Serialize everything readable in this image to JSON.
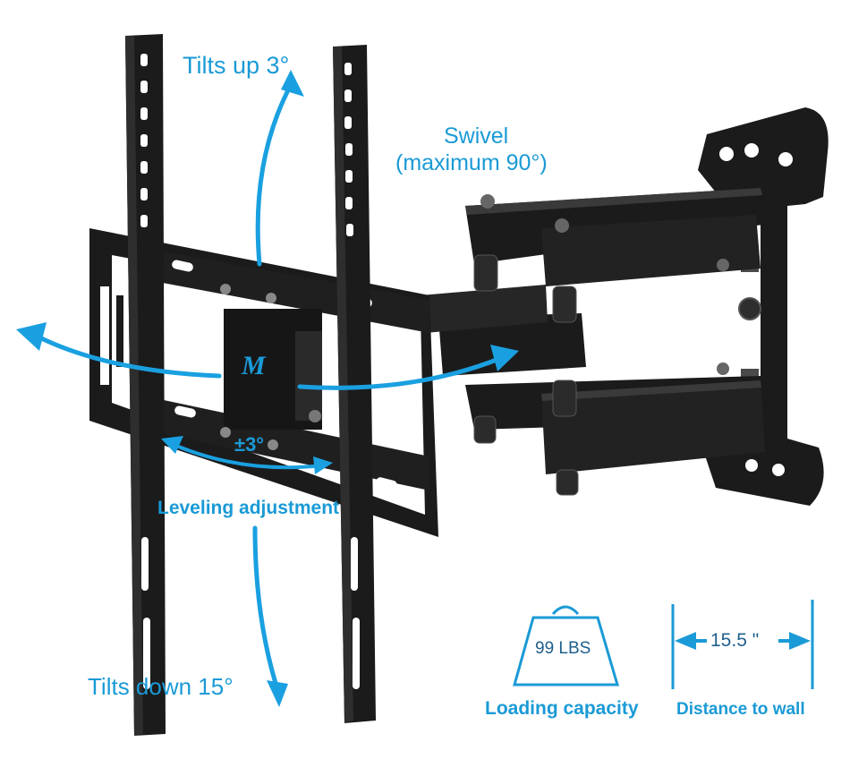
{
  "labels": {
    "tilts_up": "Tilts up 3°",
    "swivel_line1": "Swivel",
    "swivel_line2": "(maximum 90°)",
    "leveling_degree": "±3°",
    "leveling_adjustment": "Leveling adjustment",
    "tilts_down": "Tilts down 15°",
    "weight": "99 LBS",
    "loading_capacity": "Loading capacity",
    "distance_value": "15.5 \"",
    "distance_to_wall": "Distance to wall"
  },
  "logo_text": "M",
  "colors": {
    "accent": "#1a9ad6",
    "arrow": "#1aa0e0",
    "metal": "#1b1b1b",
    "metal_highlight": "#3a3a3a",
    "background": "#ffffff"
  },
  "icons": [
    "weight-icon",
    "distance-arrow-icon"
  ]
}
